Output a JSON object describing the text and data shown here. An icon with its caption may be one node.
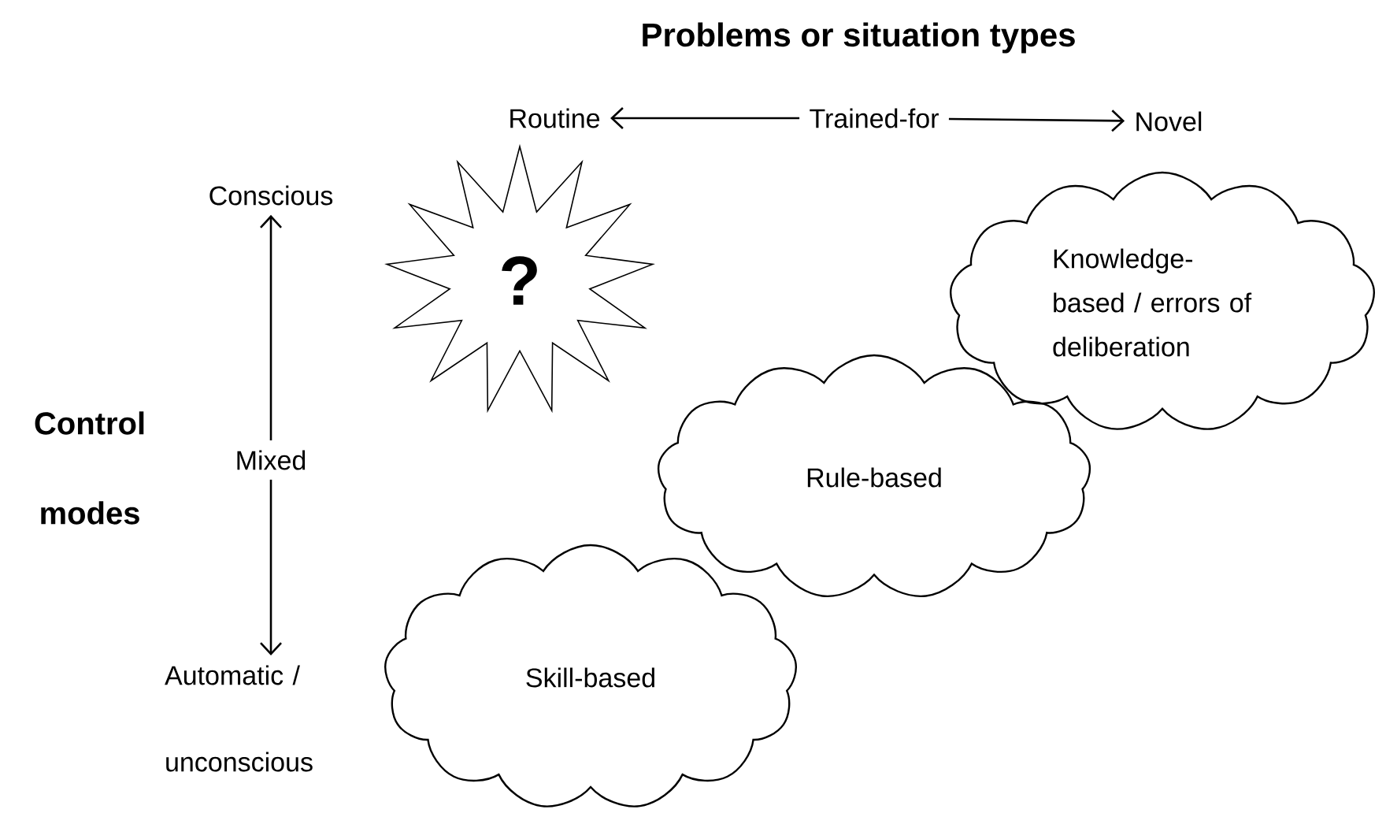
{
  "diagram": {
    "title": "Problems or situation types",
    "nodes": [
      {
        "text": [
          "Routine"
        ]
      },
      {
        "text": [
          "Trained-for"
        ]
      },
      {
        "text": [
          "Novel"
        ]
      },
      {
        "text": [
          "Conscious"
        ]
      },
      {
        "text": [
          "Mixed"
        ]
      },
      {
        "text": [
          "Automatic / unconscious"
        ]
      },
      {
        "text": [
          "?"
        ]
      },
      {
        "text": [
          "Knowledge-based / errors of deliberation"
        ]
      },
      {
        "text": [
          "Rule-based"
        ]
      },
      {
        "text": [
          "Skill-based"
        ]
      }
    ],
    "edges": [
      {
        "from": 1,
        "to": 0,
        "arrow": "to"
      },
      {
        "from": 1,
        "to": 2,
        "arrow": "to"
      },
      {
        "from": 4,
        "to": 3,
        "arrow": "to"
      },
      {
        "from": 4,
        "to": 5,
        "arrow": "to"
      }
    ],
    "labels": [
      "Control modes"
    ]
  }
}
